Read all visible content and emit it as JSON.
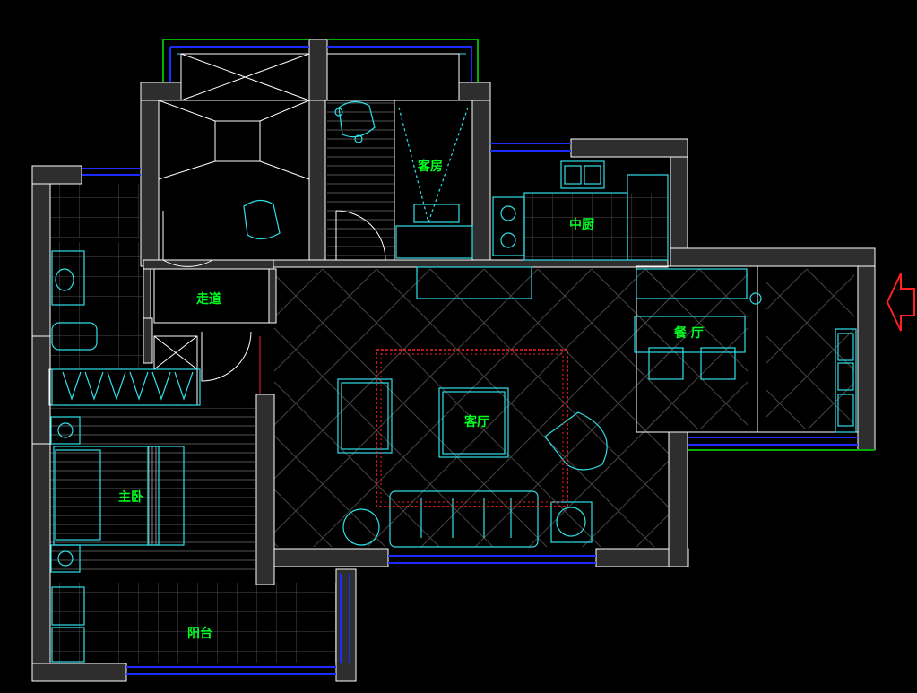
{
  "colors": {
    "background": "#000000",
    "wall": "#ffffff",
    "wall_fill": "#2e2e2e",
    "furniture": "#2fe0e8",
    "label": "#00ff22",
    "window_blue": "#1c2cff",
    "window_green": "#00b000",
    "rug_red": "#ff2020",
    "arrow_red": "#ff2020",
    "floor_pattern": "#4a4a4a"
  },
  "rooms": {
    "guest_room": "客房",
    "kitchen": "中厨",
    "corridor": "走道",
    "dining": "餐  厅",
    "living": "客厅",
    "master_bedroom": "主卧",
    "balcony": "阳台"
  },
  "icons": {
    "entrance": "entrance-arrow-icon"
  }
}
